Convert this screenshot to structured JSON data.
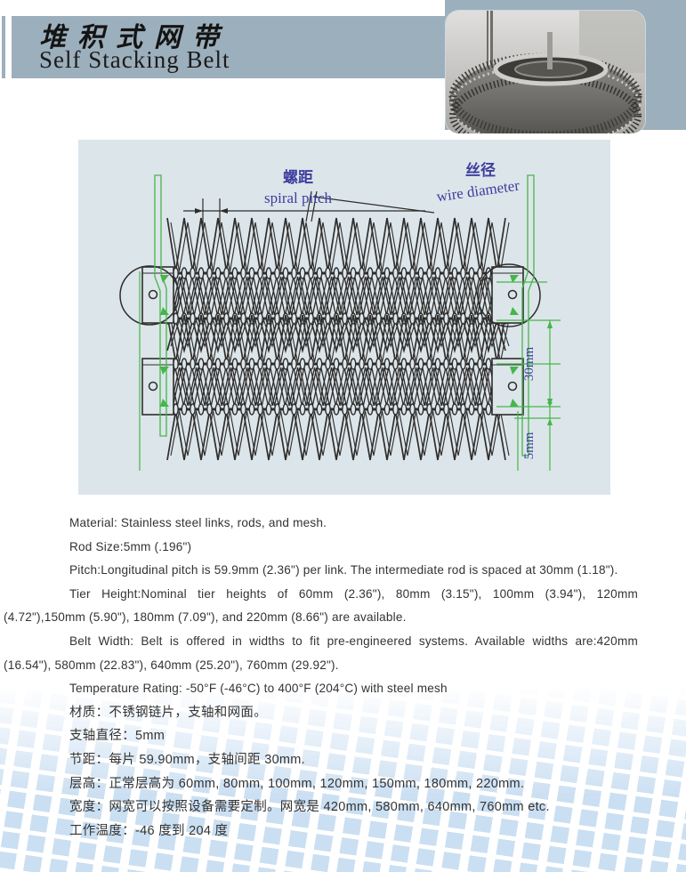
{
  "header": {
    "title_zh": "堆积式网带",
    "title_en": "Self Stacking Belt"
  },
  "photo": {
    "alt": "Spiral self-stacking belt machine"
  },
  "diagram": {
    "labels": {
      "pitch_zh": "螺距",
      "pitch_en": "spiral pitch",
      "wire_zh": "丝径",
      "wire_en": "wire diameter",
      "tier_spacing": "30mm",
      "rod_diameter": "5mm"
    }
  },
  "specs": [
    "Material: Stainless steel links, rods, and mesh.",
    "Rod Size:5mm (.196\")",
    "Pitch:Longitudinal pitch is 59.9mm (2.36\") per link. The intermediate rod is spaced at 30mm (1.18\").",
    "Tier Height:Nominal tier heights of 60mm (2.36\"), 80mm (3.15\"), 100mm (3.94\"), 120mm (4.72\"),150mm (5.90\"), 180mm (7.09\"), and 220mm (8.66\") are available.",
    "Belt Width: Belt is offered in widths to fit pre-engineered systems. Available widths are:420mm (16.54\"), 580mm (22.83\"), 640mm (25.20\"), 760mm (29.92\").",
    "Temperature Rating: -50°F (-46°C) to 400°F (204°C) with steel mesh",
    "材质：不锈钢链片，支轴和网面。",
    "支轴直径：5mm",
    "节距：每片 59.90mm，支轴间距 30mm.",
    "层高：正常层高为 60mm, 80mm, 100mm, 120mm, 150mm, 180mm, 220mm.",
    "宽度：网宽可以按照设备需要定制。网宽是 420mm, 580mm, 640mm, 760mm etc.",
    "工作温度：-46 度到 204 度"
  ],
  "colors": {
    "header_bar": "#9cafbc",
    "panel_bg": "#dce5ea",
    "draw_line": "#2e2d2b",
    "draw_green": "#45b649",
    "draw_label": "#3d3e9e",
    "body_text": "#333333"
  }
}
